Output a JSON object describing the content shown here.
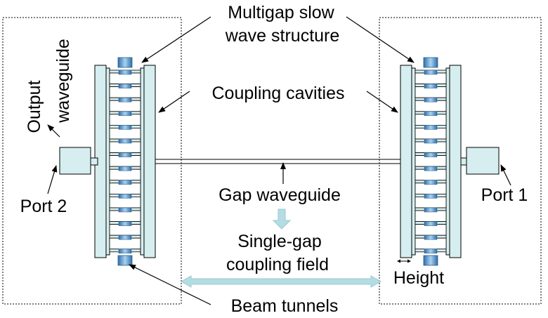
{
  "labels": {
    "multigap_line1": "Multigap slow",
    "multigap_line2": "wave structure",
    "coupling_cavities": "Coupling cavities",
    "output_line1": "Output",
    "output_line2": "waveguide",
    "port_2": "Port 2",
    "port_1": "Port 1",
    "gap_waveguide": "Gap waveguide",
    "single_gap_line1": "Single-gap",
    "single_gap_line2": "coupling field",
    "height": "Height",
    "beam_tunnels": "Beam tunnels"
  },
  "colors": {
    "panel_fill": "#d6eef0",
    "cell_fill": "#ffffff",
    "tube_fill": "#5b9bd5",
    "port_fill": "#d6eef0",
    "arrow_fill": "#b4dde3",
    "stroke": "#000000"
  }
}
